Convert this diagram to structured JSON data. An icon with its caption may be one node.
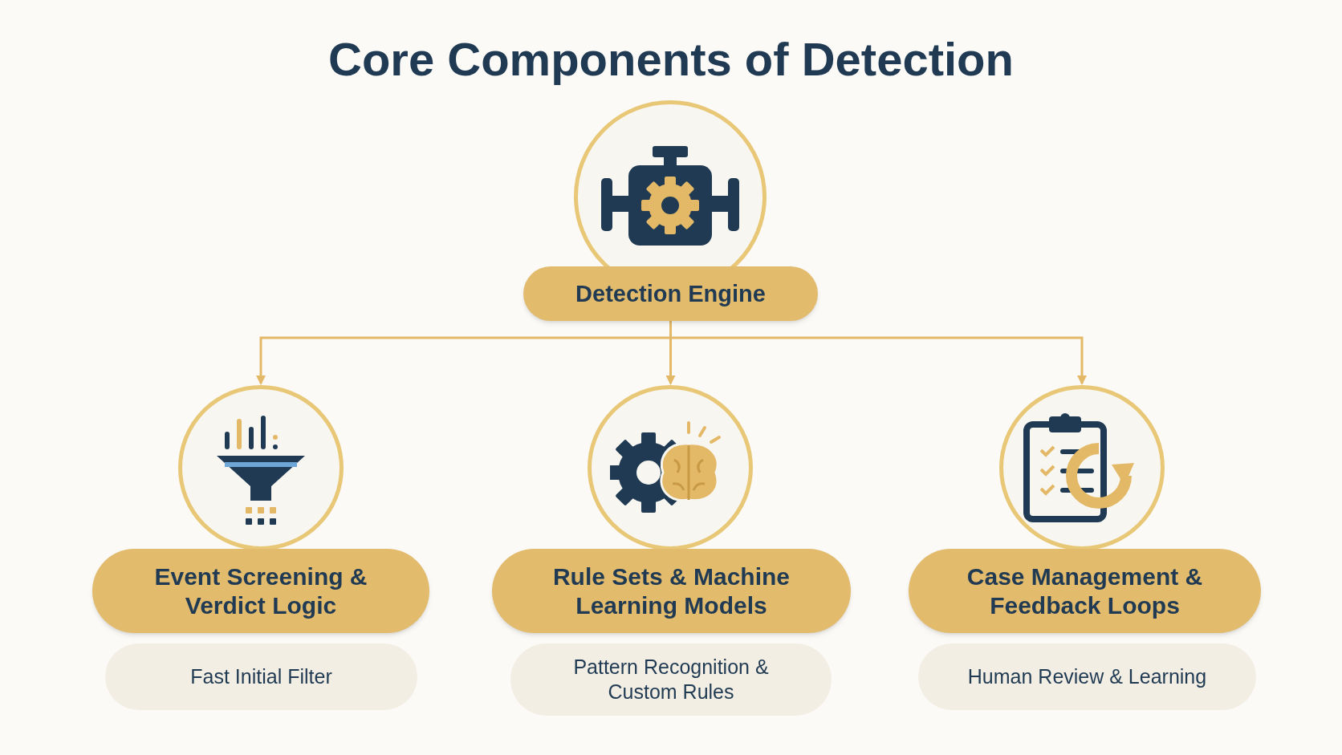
{
  "diagram": {
    "title": "Core Components of Detection",
    "nodes": [
      {
        "text": [
          "Detection Engine"
        ]
      },
      {
        "text": [
          "Event Screening & Verdict Logic"
        ]
      },
      {
        "text": [
          "Fast Initial Filter"
        ]
      },
      {
        "text": [
          "Rule Sets & Machine Learning Models"
        ]
      },
      {
        "text": [
          "Pattern Recognition & Custom Rules"
        ]
      },
      {
        "text": [
          "Case Management & Feedback Loops"
        ]
      },
      {
        "text": [
          "Human Review & Learning"
        ]
      }
    ],
    "edges": [
      {
        "from": 0,
        "to": 1,
        "arrow": "to"
      },
      {
        "from": 0,
        "to": 3,
        "arrow": "to"
      },
      {
        "from": 0,
        "to": 5,
        "arrow": "to"
      }
    ]
  }
}
